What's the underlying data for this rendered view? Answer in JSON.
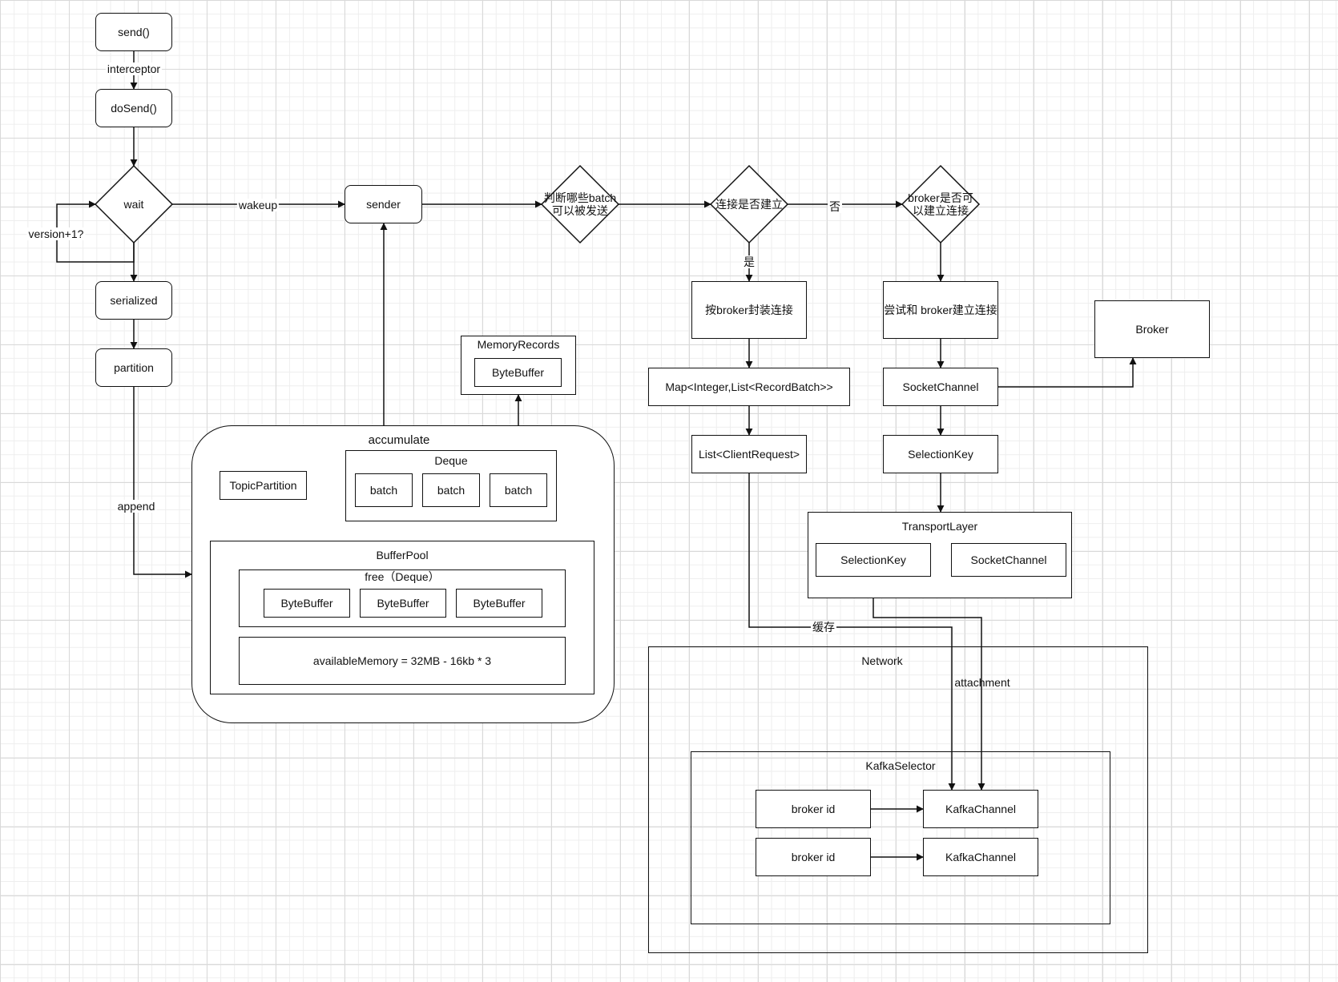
{
  "flow": {
    "send": "send()",
    "interceptor": "interceptor",
    "dosend": "doSend()",
    "wait": "wait",
    "version": "version+1?",
    "wakeup": "wakeup",
    "serialized": "serialized",
    "partition": "partition",
    "append": "append",
    "sender": "sender",
    "decision_batch": "判断哪些batch\n可以被发送",
    "decision_conn": "连接是否建立",
    "no": "否",
    "yes": "是",
    "decision_broker": "broker是否可\n以建立连接",
    "wrap": "按broker封装连接",
    "try_connect": "尝试和 broker建立连接",
    "broker": "Broker",
    "map": "Map<Integer,List<RecordBatch>>",
    "socket_channel": "SocketChannel",
    "client_request": "List<ClientRequest>",
    "selection_key": "SelectionKey",
    "cache": "缓存",
    "attachment": "attachment"
  },
  "memory_records": {
    "title": "MemoryRecords",
    "buffer": "ByteBuffer"
  },
  "accumulate": {
    "title": "accumulate",
    "topic_partition": "TopicPartition",
    "deque": "Deque",
    "batches": [
      "batch",
      "batch",
      "batch"
    ],
    "buffer_pool": "BufferPool",
    "free": "free（Deque）",
    "byte_buffers": [
      "ByteBuffer",
      "ByteBuffer",
      "ByteBuffer"
    ],
    "available": "availableMemory = 32MB - 16kb * 3"
  },
  "transport": {
    "title": "TransportLayer",
    "selection_key": "SelectionKey",
    "socket_channel": "SocketChannel"
  },
  "network": {
    "title": "Network",
    "selector": "KafkaSelector",
    "rows": [
      {
        "key": "broker id",
        "value": "KafkaChannel"
      },
      {
        "key": "broker id",
        "value": "KafkaChannel"
      }
    ]
  }
}
